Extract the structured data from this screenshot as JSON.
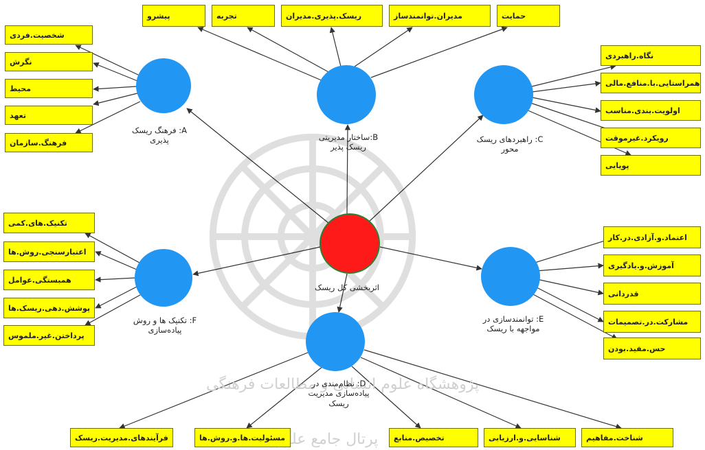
{
  "center": {
    "label": "اثربخشی کل ریسک"
  },
  "nodes": {
    "a": {
      "label": "A: فرهنگ ریسک\nپذیری"
    },
    "b": {
      "label": "B:ساختار مدیریتی\nریسک پذیر"
    },
    "c": {
      "label": "C: راهبردهای ریسک\nمحور"
    },
    "d": {
      "label": "D: نظام‌مندی در\nپیاده‌سازی مدیریت\nریسک"
    },
    "e": {
      "label": "E: توانمندسازی در\nمواجهه با ریسک"
    },
    "f": {
      "label": "F: تکنیک ها و روش\nپیاده‌سازی"
    }
  },
  "boxes": {
    "a": [
      "شخصیت.فردی",
      "نگرش",
      "محیط",
      "تعهد",
      "فرهنگ.سازمان"
    ],
    "b": [
      "پیشرو",
      "تجربه",
      "ریسک.پذیری.مدیران",
      "مدیران.توانمندساز",
      "حمایت"
    ],
    "c": [
      "نگاه.راهبردی",
      "همراستایی.با.منافع.مالی",
      "اولویت.بندی.مناسب",
      "رویکرد.غیرموقت",
      "پویایی"
    ],
    "d": [
      "فرآیندهای.مدیریت.ریسک",
      "مسئولیت.ها.و.روش.ها",
      "تخصیص.منابع",
      "شناسایی.و.ارزیابی",
      "شناخت.مفاهیم"
    ],
    "e": [
      "اعتماد.و.آزادی.در.کار",
      "آموزش.و.یادگیری",
      "قدردانی",
      "مشارکت.در.تصمیمات",
      "حس.مفید.بودن"
    ],
    "f": [
      "تکنیک.های.کمی",
      "اعتبارسنجی.روش.ها",
      "همبستگی.عوامل",
      "پوشش.دهی.ریسک.ها",
      "پرداختن.غیر.ملموس"
    ]
  },
  "colors": {
    "box": "#ffff00",
    "node": "#2196f3",
    "center": "#ff1a1a",
    "arrow": "#333333"
  },
  "watermark": {
    "line1": "پژوهشگاه علوم انسانی و مطالعات فرهنگی",
    "line2": "پرتال جامع علوم انسانی"
  }
}
